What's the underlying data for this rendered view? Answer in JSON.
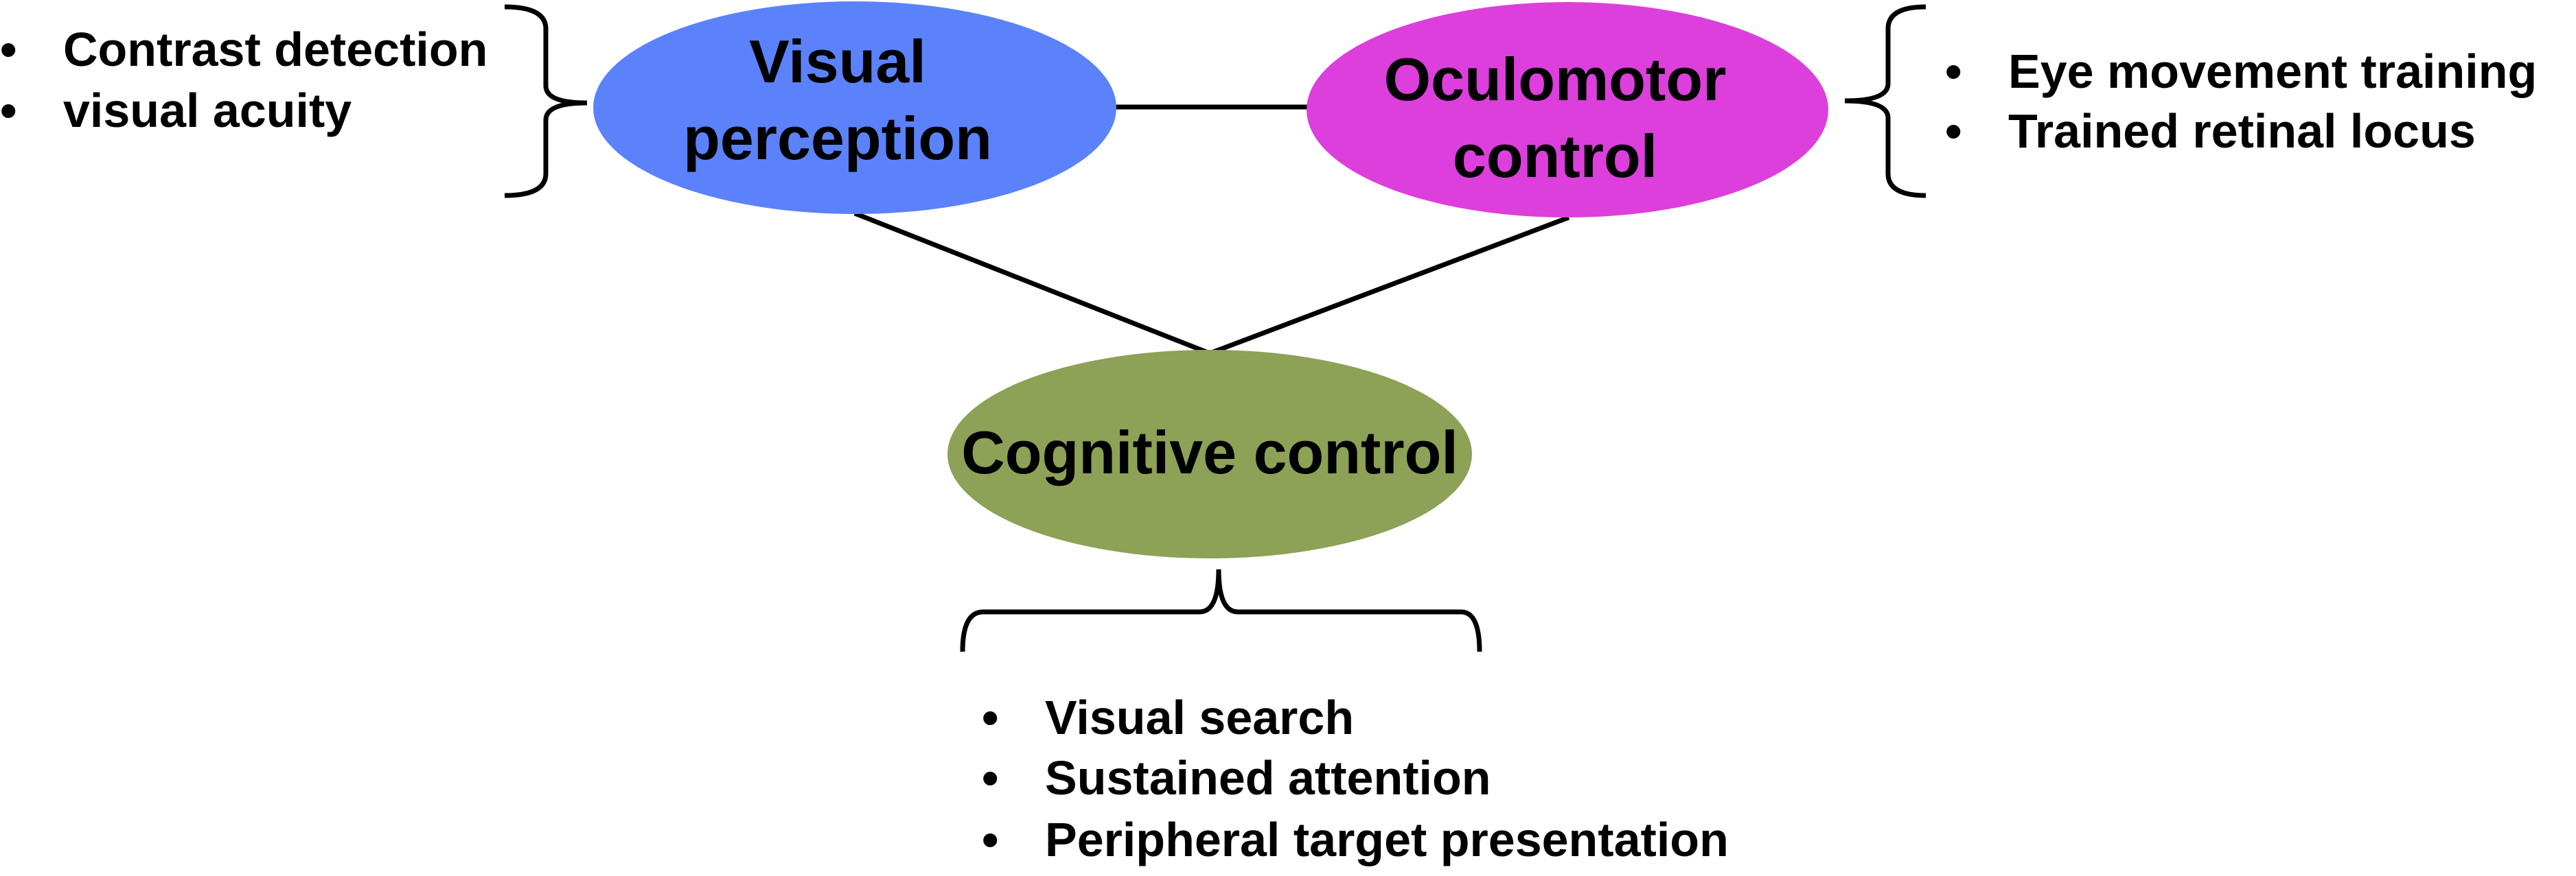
{
  "colors": {
    "visual": "#5b82fb",
    "oculomotor": "#dc3fdb",
    "cognitive": "#8da157",
    "line": "#000000"
  },
  "nodes": {
    "visual": {
      "lines": [
        "Visual",
        "perception"
      ]
    },
    "oculomotor": {
      "lines": [
        "Oculomotor",
        "control"
      ]
    },
    "cognitive": {
      "lines": [
        "Cognitive control"
      ]
    }
  },
  "lists": {
    "visual": {
      "bullet": "•",
      "items": [
        "Contrast detection",
        "visual acuity"
      ]
    },
    "oculomotor": {
      "bullet": "•",
      "items": [
        "Eye movement training",
        "Trained retinal locus"
      ]
    },
    "cognitive": {
      "bullet": "•",
      "items": [
        "Visual search",
        "Sustained attention",
        "Peripheral target presentation"
      ]
    }
  }
}
